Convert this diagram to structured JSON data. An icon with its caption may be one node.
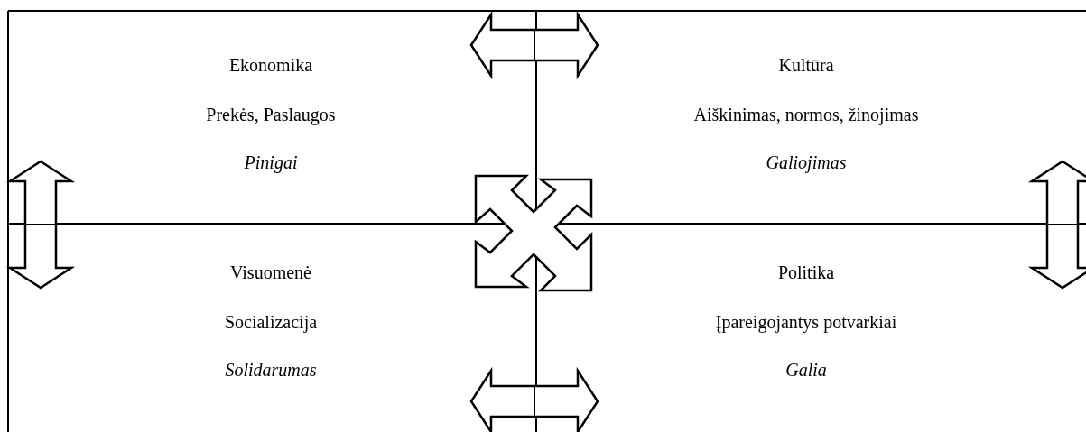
{
  "diagram": {
    "nodes": [
      {
        "text": [
          "Ekonomika",
          "Prekės, Paslaugos",
          "Pinigai"
        ]
      },
      {
        "text": [
          "Kultūra",
          "Aiškinimas, normos, žinojimas",
          "Galiojimas"
        ]
      },
      {
        "text": [
          "Visuomenė",
          "Socializacija",
          "Solidarumas"
        ]
      },
      {
        "text": [
          "Politika",
          "Įpareigojantys potvarkiai",
          "Galia"
        ]
      }
    ]
  }
}
